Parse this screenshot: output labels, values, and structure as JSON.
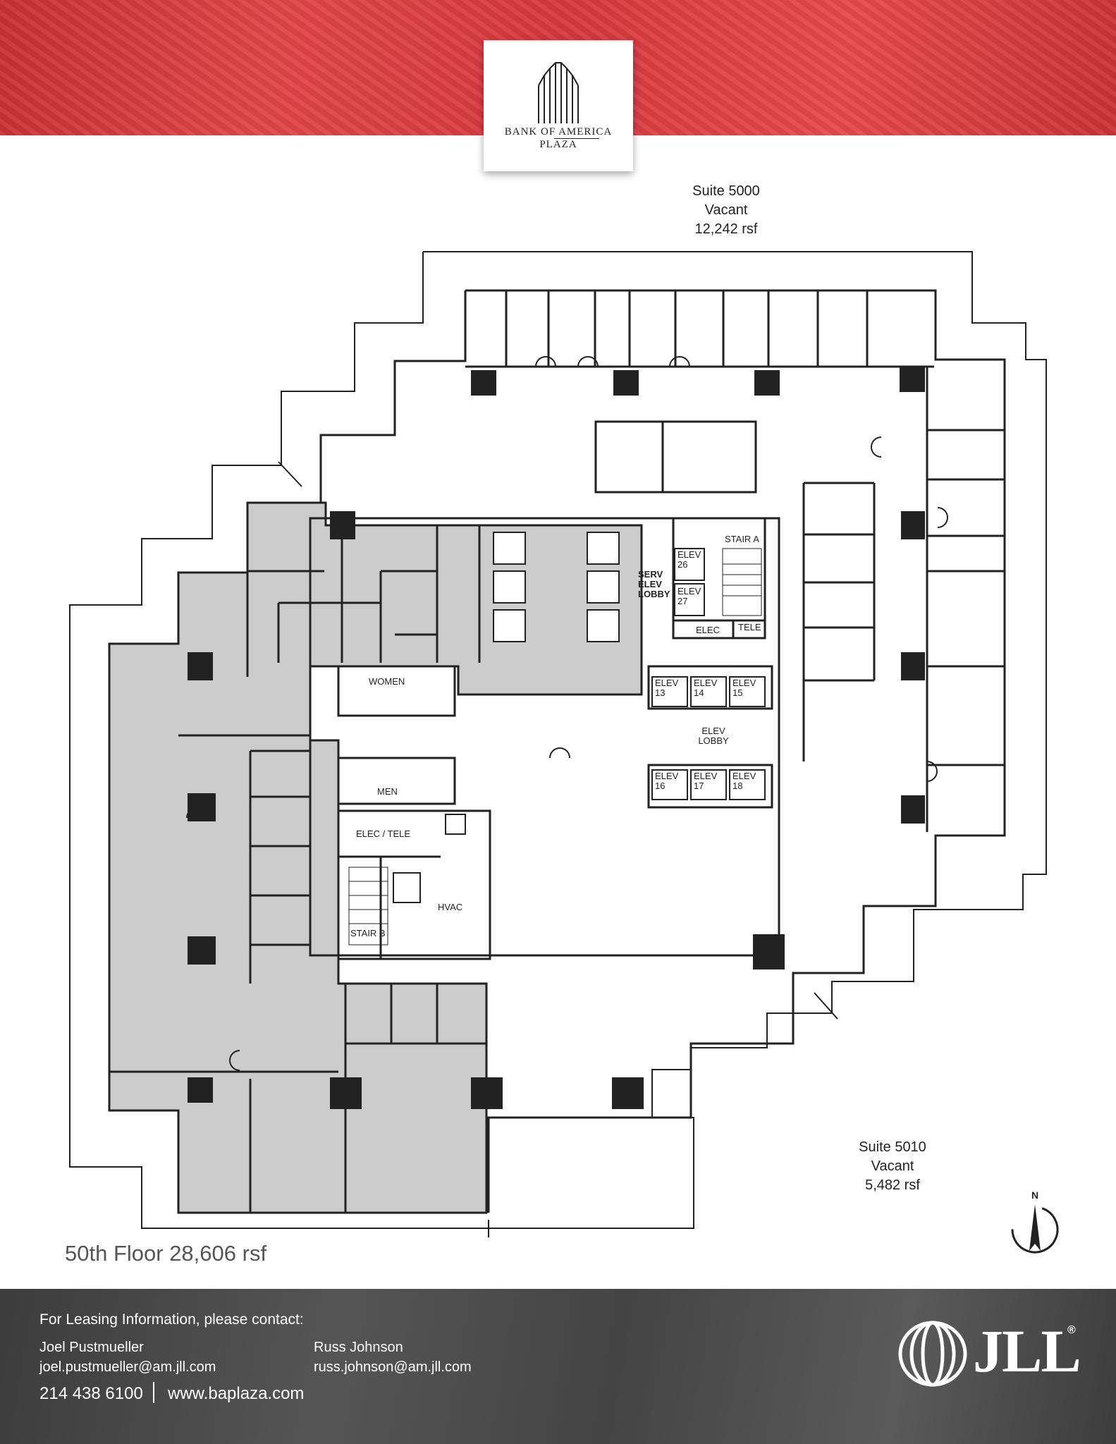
{
  "header": {
    "logo_line1": "BANK OF AMERICA",
    "logo_line2": "PLAZA",
    "banner_color": "#d63a3e"
  },
  "suites": [
    {
      "name": "Suite 5000",
      "status": "Vacant",
      "area": "12,242 rsf"
    },
    {
      "name": "Suite 5010",
      "status": "Vacant",
      "area": "5,482 rsf"
    }
  ],
  "plan": {
    "shaded_color": "#cccccc",
    "rooms": {
      "stair_a": "STAIR A",
      "elev_26": "ELEV 26",
      "elev_27": "ELEV 27",
      "serv_elev_lobby": "SERV ELEV LOBBY",
      "elec_top": "ELEC",
      "tele": "TELE",
      "women": "WOMEN",
      "men": "MEN",
      "elev_13": "ELEV 13",
      "elev_14": "ELEV 14",
      "elev_15": "ELEV 15",
      "elev_lobby": "ELEV LOBBY",
      "elev_16": "ELEV 16",
      "elev_17": "ELEV 17",
      "elev_18": "ELEV 18",
      "elec_tele": "ELEC / TELE",
      "hvac": "HVAC",
      "stair_b": "STAIR B"
    }
  },
  "floor": {
    "label": "50th Floor 28,606 rsf"
  },
  "compass": {
    "label": "N"
  },
  "footer": {
    "heading": "For Leasing Information, please contact:",
    "contacts": [
      {
        "name": "Joel Pustmueller",
        "email": "joel.pustmueller@am.jll.com"
      },
      {
        "name": "Russ Johnson",
        "email": "russ.johnson@am.jll.com"
      }
    ],
    "phone": "214 438 6100",
    "website": "www.baplaza.com",
    "brand": "JLL",
    "brand_mark": "®"
  }
}
